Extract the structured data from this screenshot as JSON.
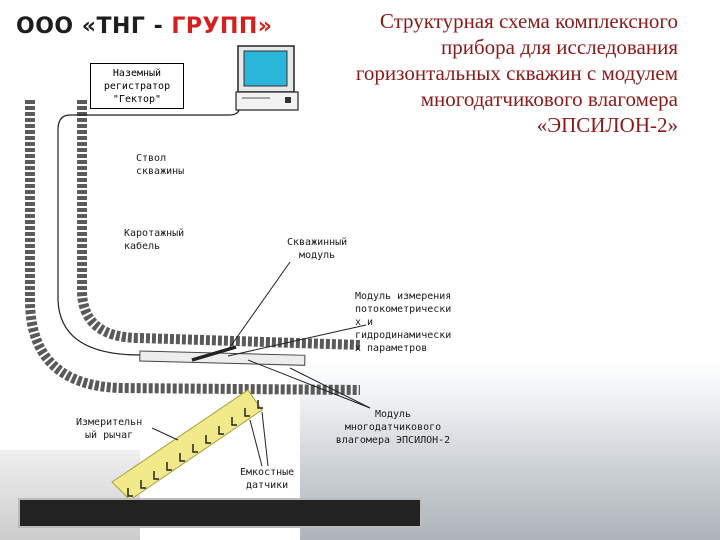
{
  "logo": {
    "part1": "ООО «ТНГ - ",
    "part2": "ГРУПП»"
  },
  "title": "Структурная схема комплексного прибора для исследования горизонтальных скважин с модулем многодатчикового влагомера «ЭПСИЛОН-2»",
  "labels": {
    "recorder": [
      "Наземный",
      "регистратор",
      "\"Гектор\""
    ],
    "wellbore": [
      "Ствол",
      "скважины"
    ],
    "cable": [
      "Каротажный",
      "кабель"
    ],
    "downhole_module": [
      "Скважинный",
      "модуль"
    ],
    "flow_module": [
      "Модуль измерения",
      "потокометрически",
      "х и",
      "гидродинамически",
      "х параметров"
    ],
    "moisture_module": [
      "Модуль",
      "многодатчикового",
      "влагомера ЭПСИЛОН-2"
    ],
    "lever": [
      "Измерительн",
      "ый рычаг"
    ],
    "sensors": [
      "Емкостные",
      "датчики"
    ]
  },
  "colors": {
    "title": "#8b1a1a",
    "logo_accent": "#d61e1e",
    "lever": "#f2ea8a",
    "monitor_screen": "#29b6d8"
  }
}
